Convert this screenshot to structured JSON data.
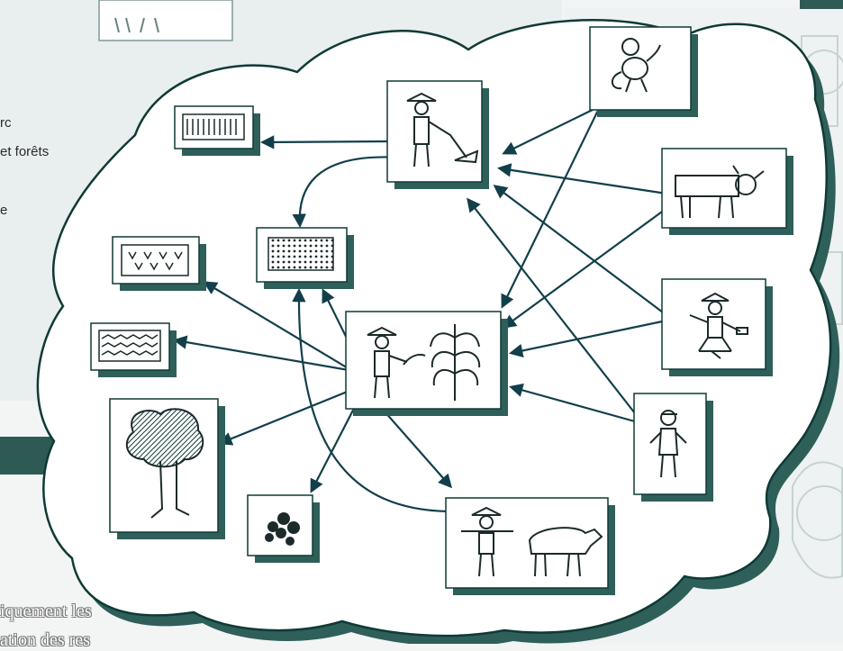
{
  "side_text": [
    "rc",
    "et forêts",
    "e"
  ],
  "bottom_text": [
    "iquement les",
    "ation des res"
  ],
  "colors": {
    "outline": "#0f3a35",
    "shadow": "#2f5f59",
    "accent": "#2e5a54",
    "arrow": "#123f4a"
  },
  "cards": [
    {
      "name": "card-monkey",
      "icon": "monkey-icon"
    },
    {
      "name": "card-farmer-hoe",
      "icon": "farmer-with-hoe-icon"
    },
    {
      "name": "card-rice-field",
      "icon": "rice-field-icon"
    },
    {
      "name": "card-cow",
      "icon": "cow-icon"
    },
    {
      "name": "card-dotted-field",
      "icon": "dotted-field-icon"
    },
    {
      "name": "card-v-field",
      "icon": "v-pattern-field-icon"
    },
    {
      "name": "card-wave-field",
      "icon": "wave-pattern-field-icon"
    },
    {
      "name": "card-farmer-tree",
      "icon": "farmer-with-tree-icon"
    },
    {
      "name": "card-sitting-person",
      "icon": "sitting-person-icon"
    },
    {
      "name": "card-person-cap",
      "icon": "person-with-cap-icon"
    },
    {
      "name": "card-tree",
      "icon": "tree-icon"
    },
    {
      "name": "card-seeds",
      "icon": "seeds-icon"
    },
    {
      "name": "card-farmer-buffalo",
      "icon": "farmer-with-buffalo-icon"
    }
  ]
}
